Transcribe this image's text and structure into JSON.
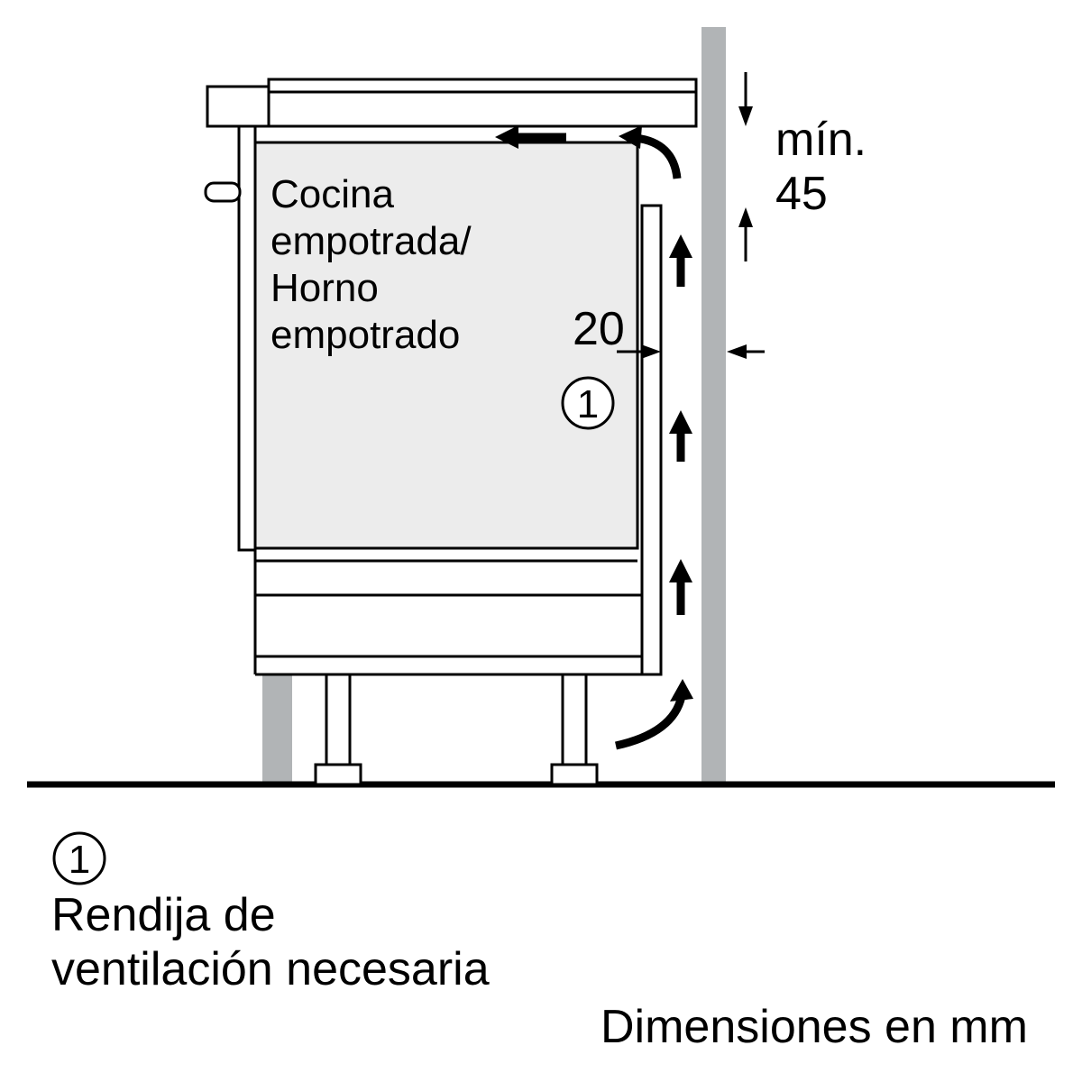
{
  "diagram": {
    "cabinet_label": {
      "line1": "Cocina",
      "line2": "empotrada/",
      "line3": "Horno",
      "line4": "empotrado"
    },
    "dim_min_label": "mín.",
    "dim_min_value": "45",
    "dim_gap_value": "20",
    "callout_number": "1"
  },
  "legend": {
    "number": "1",
    "line1": "Rendija de",
    "line2": "ventilación necesaria"
  },
  "footer": {
    "units_note": "Dimensiones en mm"
  },
  "colors": {
    "wall_gray": "#b1b4b6",
    "oven_cavity_fill": "#ececec",
    "line_black": "#000000",
    "background": "#ffffff"
  }
}
